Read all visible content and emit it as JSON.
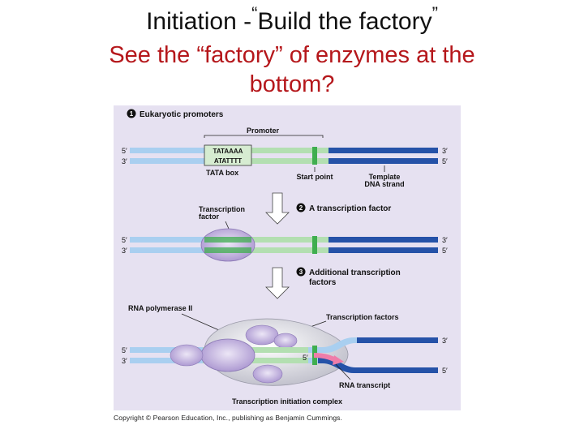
{
  "slide": {
    "title_prefix": "Initiation -",
    "title_open_quote": "“",
    "title_quoted": "Build the factory",
    "title_close_quote": "”",
    "subtitle_line1": "See the “factory” of enzymes at the",
    "subtitle_line2": "bottom?"
  },
  "figure": {
    "panel1": {
      "number": "1",
      "heading": "Eukaryotic promoters",
      "promoter_label": "Promoter",
      "tata_top": "TATAAAA",
      "tata_bottom": "ATATTTT",
      "tata_box_label": "TATA box",
      "start_point_label": "Start point",
      "template_label_1": "Template",
      "template_label_2": "DNA strand"
    },
    "panel2": {
      "number": "2",
      "heading": "A transcription factor",
      "tf_label_1": "Transcription",
      "tf_label_2": "factor"
    },
    "panel3": {
      "number": "3",
      "heading_1": "Additional transcription",
      "heading_2": "factors",
      "rna_pol_label": "RNA polymerase II",
      "tfs_label": "Transcription factors",
      "rna_transcript_label": "RNA transcript",
      "complex_label": "Transcription initiation complex"
    },
    "strand_ends": {
      "five_prime": "5′",
      "three_prime": "3′"
    },
    "copyright": "Copyright © Pearson Education, Inc., publishing as Benjamin Cummings."
  },
  "colors": {
    "title_red": "#b5171b",
    "panel_bg": "#e6e1f1",
    "light_blue": "#a9cff0",
    "dark_blue": "#2552a8",
    "light_green": "#b3dfb1",
    "green": "#3fae4f",
    "protein_purple": "#c3b2de",
    "rna_pink": "#ef7da9"
  }
}
